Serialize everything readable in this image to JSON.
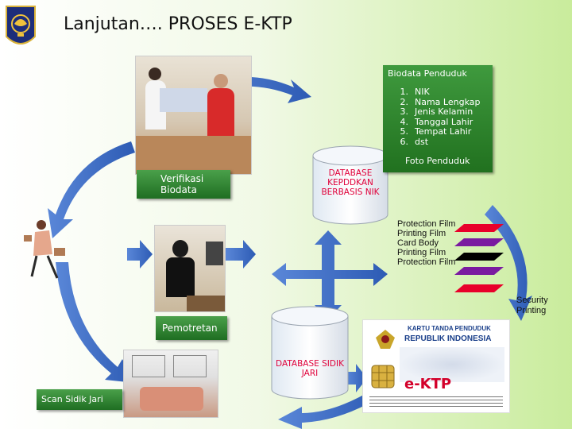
{
  "title": "Lanjutan…. PROSES E-KTP",
  "biodata": {
    "header": "Biodata Penduduk",
    "items": [
      {
        "num": "1.",
        "text": "NIK"
      },
      {
        "num": "2.",
        "text": "Nama Lengkap"
      },
      {
        "num": "3.",
        "text": "Jenis Kelamin"
      },
      {
        "num": "4.",
        "text": "Tanggal Lahir"
      },
      {
        "num": "5.",
        "text": "Tempat Lahir"
      },
      {
        "num": "6.",
        "text": "dst"
      }
    ],
    "foto": "Foto Penduduk"
  },
  "verifikasi": "Verifikasi Biodata",
  "database_nik": "DATABASE KEPDDKAN BERBASIS NIK",
  "database_sidik": "DATABASE SIDIK JARI",
  "pemotretan": "Pemotretan",
  "scan": "Scan Sidik Jari",
  "layers": [
    "Protection Film",
    "Printing Film",
    "Card Body",
    "Printing Film",
    "Protection Film"
  ],
  "security": "Security Printing",
  "card": {
    "title1": "KARTU TANDA PENDUDUK",
    "title2": "REPUBLIK INDONESIA",
    "brand": "e-KTP"
  },
  "colors": {
    "green_box": "#2e8b2e",
    "arrow_blue": "#3d6fc7",
    "db_text": "#e0003a",
    "layer_red": "#e8002a",
    "layer_purple": "#7a1aa0",
    "layer_black": "#000000"
  }
}
